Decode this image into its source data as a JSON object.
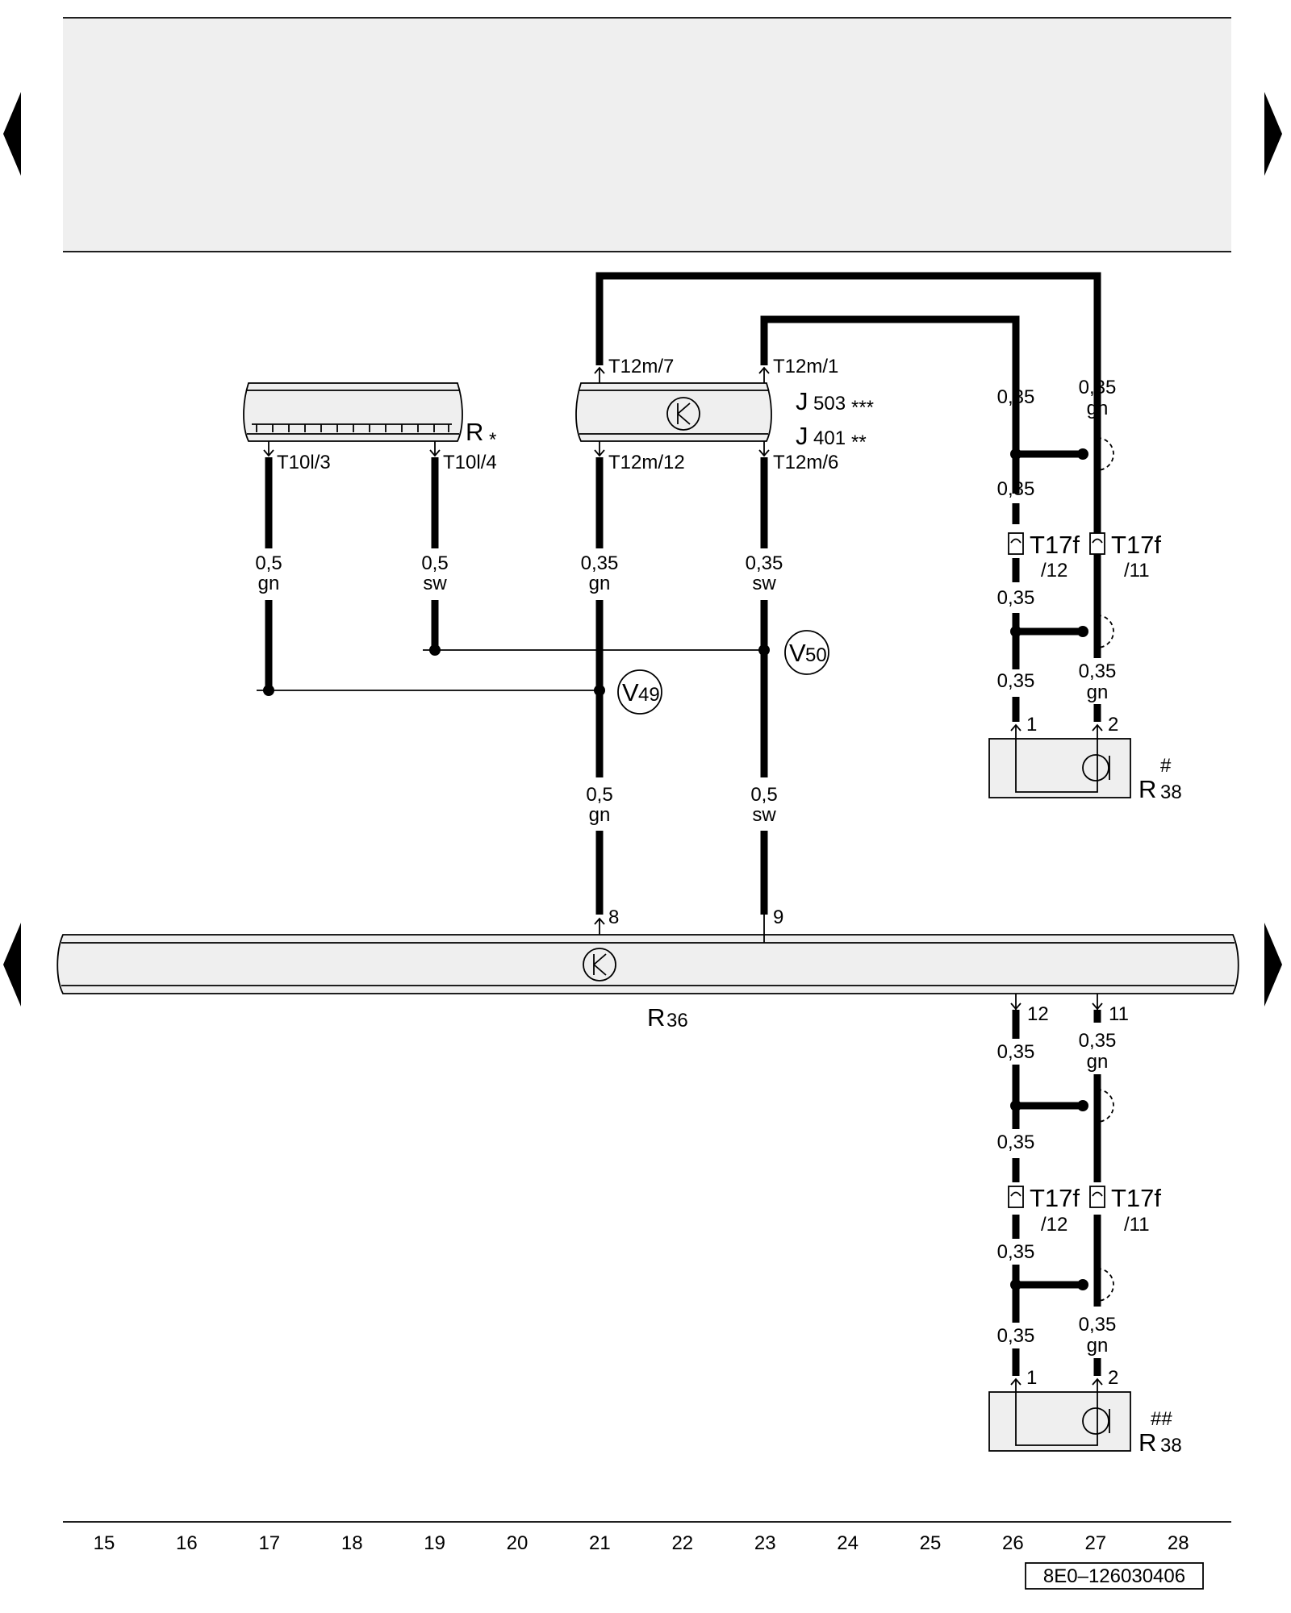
{
  "components": {
    "r_star": {
      "name": "R",
      "mark": "*"
    },
    "j503": {
      "name": "J",
      "num": "503",
      "mark": "***"
    },
    "j401": {
      "name": "J",
      "num": "401",
      "mark": "**"
    },
    "r36": {
      "name": "R",
      "num": "36"
    },
    "r38_a": {
      "name": "R",
      "num": "38",
      "mark": "#"
    },
    "r38_b": {
      "name": "R",
      "num": "38",
      "mark": "##"
    }
  },
  "pins": {
    "t10l_3": "T10l/3",
    "t10l_4": "T10l/4",
    "t12m_7": "T12m/7",
    "t12m_1": "T12m/1",
    "t12m_12": "T12m/12",
    "t12m_6": "T12m/6",
    "r36_8": "8",
    "r36_9": "9",
    "r36_12": "12",
    "r36_11": "11",
    "r38a_1": "1",
    "r38a_2": "2",
    "r38b_1": "1",
    "r38b_2": "2"
  },
  "connectors": {
    "t17f": "T17f",
    "pin_12": "/12",
    "pin_11": "/11"
  },
  "wires": {
    "w17_size": "0,5",
    "w17_color": "gn",
    "w19_size": "0,5",
    "w19_color": "sw",
    "w21u_size": "0,35",
    "w21u_color": "gn",
    "w23u_size": "0,35",
    "w23u_color": "sw",
    "w21l_size": "0,5",
    "w21l_color": "gn",
    "w23l_size": "0,5",
    "w23l_color": "sw",
    "a26_1": "0,35",
    "a26_2": "0,35",
    "a26_3": "0,35",
    "a26_4": "0,35",
    "a27_top_size": "0,35",
    "a27_top_color": "gn",
    "a27_bot_size": "0,35",
    "a27_bot_color": "gn",
    "b26_1": "0,35",
    "b26_2": "0,35",
    "b26_3": "0,35",
    "b26_4": "0,35",
    "b27_top_size": "0,35",
    "b27_top_color": "gn",
    "b27_bot_size": "0,35",
    "b27_bot_color": "gn"
  },
  "nodes": {
    "v49": {
      "name": "V",
      "num": "49"
    },
    "v50": {
      "name": "V",
      "num": "50"
    }
  },
  "footer": {
    "columns": [
      "15",
      "16",
      "17",
      "18",
      "19",
      "20",
      "21",
      "22",
      "23",
      "24",
      "25",
      "26",
      "27",
      "28"
    ],
    "ref": "8E0–126030406"
  }
}
